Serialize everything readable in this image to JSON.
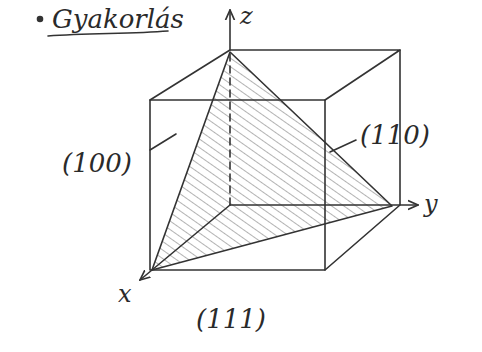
{
  "diagram": {
    "title": "Gyakorlás",
    "labels": [
      "z",
      "y",
      "x",
      "(100)",
      "(110)",
      "(111)"
    ]
  }
}
